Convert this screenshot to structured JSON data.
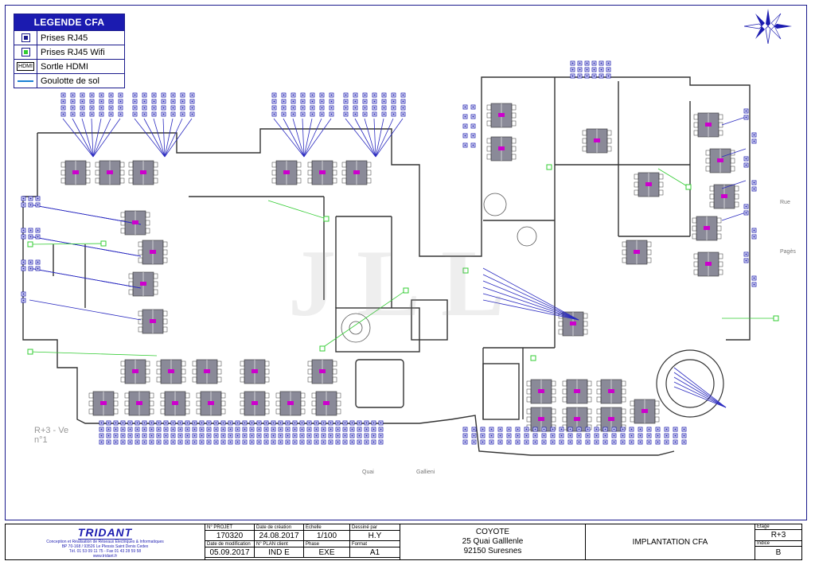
{
  "legend": {
    "title": "LEGENDE CFA",
    "items": [
      {
        "label": "Prises RJ45",
        "icon": "rj45-outlet-icon"
      },
      {
        "label": "Prises RJ45 Wifi",
        "icon": "wifi-outlet-icon"
      },
      {
        "label": "Sortle HDMI",
        "icon": "hdmi-icon",
        "symbol": "HDMI"
      },
      {
        "label": "Goulotte de sol",
        "icon": "floor-duct-icon"
      }
    ]
  },
  "plan": {
    "level_label": "R+3 - Ve",
    "level_sub": "n°1",
    "street_quai": "Quai",
    "street_gallieni": "Gallieni",
    "street_rue": "Rue",
    "street_pagès": "Pagès",
    "watermark": "JLL",
    "colors": {
      "outline": "#1a1a8c",
      "outlet": "#1b1bb0",
      "wifi": "#33cc33",
      "cable": "#2a2ac0",
      "desk": "#6a6a78",
      "hdmi": "#cc00cc"
    }
  },
  "titleblock": {
    "brand": "TRIDANT",
    "brand_line1": "Conception et Réalisation de Réseaux Électriques & Informatiques",
    "brand_line2": "BP 70-168 / 93526 Le Plessis Saint Denis Cedex",
    "brand_line3": "Tél. 01 53 09 11 75 - Fax 01 43 28 59 58",
    "brand_line4": "www.tridant.fr",
    "labels": {
      "projet": "N° PROJET",
      "date_creation": "Date de création",
      "echelle": "Echelle",
      "dessine_par": "Dessiné par",
      "date_modif": "Date de modification",
      "plan_client": "N° PLAN client",
      "phase": "Phase",
      "format": "Format",
      "etage": "Etage",
      "indice": "Indice"
    },
    "values": {
      "projet": "170320",
      "date_creation": "24.08.2017",
      "echelle": "1/100",
      "dessine_par": "H.Y",
      "date_modif": "05.09.2017",
      "plan_client": "IND E",
      "phase": "EXE",
      "format": "A1",
      "etage": "R+3",
      "indice": "B"
    },
    "project_name": "COYOTE",
    "project_addr1": "25 Quai Galllenle",
    "project_addr2": "92150 Suresnes",
    "drawing_title": "IMPLANTATION CFA"
  }
}
